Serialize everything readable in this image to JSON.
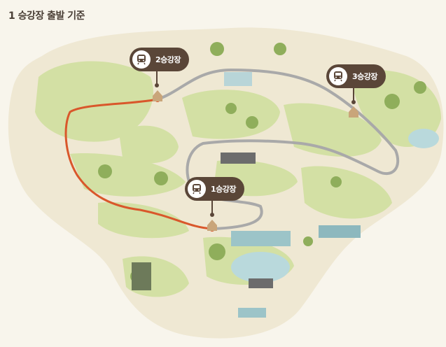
{
  "title": "1 승강장 출발 기준",
  "stations": [
    {
      "label": "1승강장",
      "icon": "train-icon"
    },
    {
      "label": "2승강장",
      "icon": "train-icon"
    },
    {
      "label": "3승강장",
      "icon": "train-icon"
    }
  ],
  "colors": {
    "route_active": "#d9572b",
    "route_track": "#a9a9a9",
    "marker": "#5a4638",
    "land": "#efe8d3",
    "green": "#d3e0a4"
  }
}
